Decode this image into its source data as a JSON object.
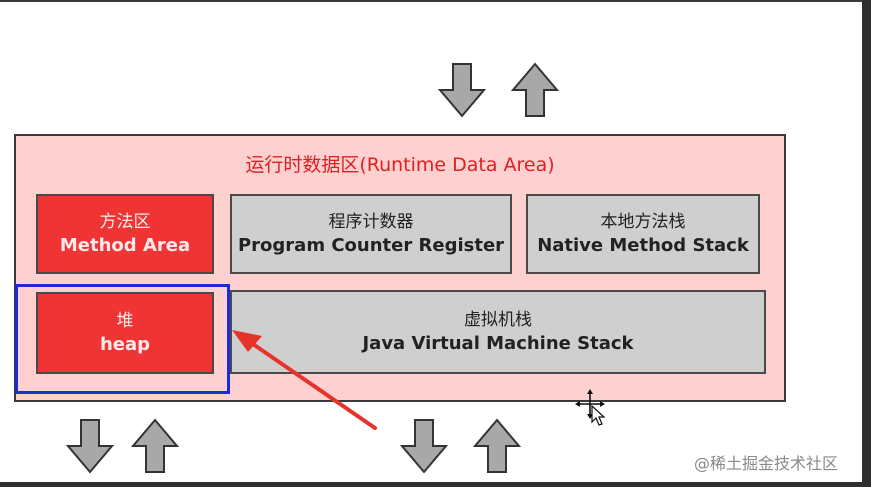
{
  "runtime_area": {
    "title": "运行时数据区(Runtime Data Area)"
  },
  "components": {
    "method_area": {
      "zh": "方法区",
      "en": "Method Area"
    },
    "program_counter": {
      "zh": "程序计数器",
      "en": "Program Counter Register"
    },
    "native_method_stack": {
      "zh": "本地方法栈",
      "en": "Native Method Stack"
    },
    "heap": {
      "zh": "堆",
      "en": "heap"
    },
    "jvm_stack": {
      "zh": "虚拟机栈",
      "en": "Java Virtual Machine Stack"
    }
  },
  "watermark": "@稀土掘金技术社区",
  "colors": {
    "runtime_bg": "#ffd0d0",
    "title_red": "#e02020",
    "red_box": "#f03434",
    "gray_box": "#cfcfcf",
    "highlight_blue": "#1c2bd6",
    "annotation_arrow": "#e8322c",
    "flow_arrow_fill": "#a8a8a8"
  },
  "icons": [
    "arrow-down-icon",
    "arrow-up-icon",
    "annotation-arrow-icon",
    "move-cursor-icon"
  ]
}
